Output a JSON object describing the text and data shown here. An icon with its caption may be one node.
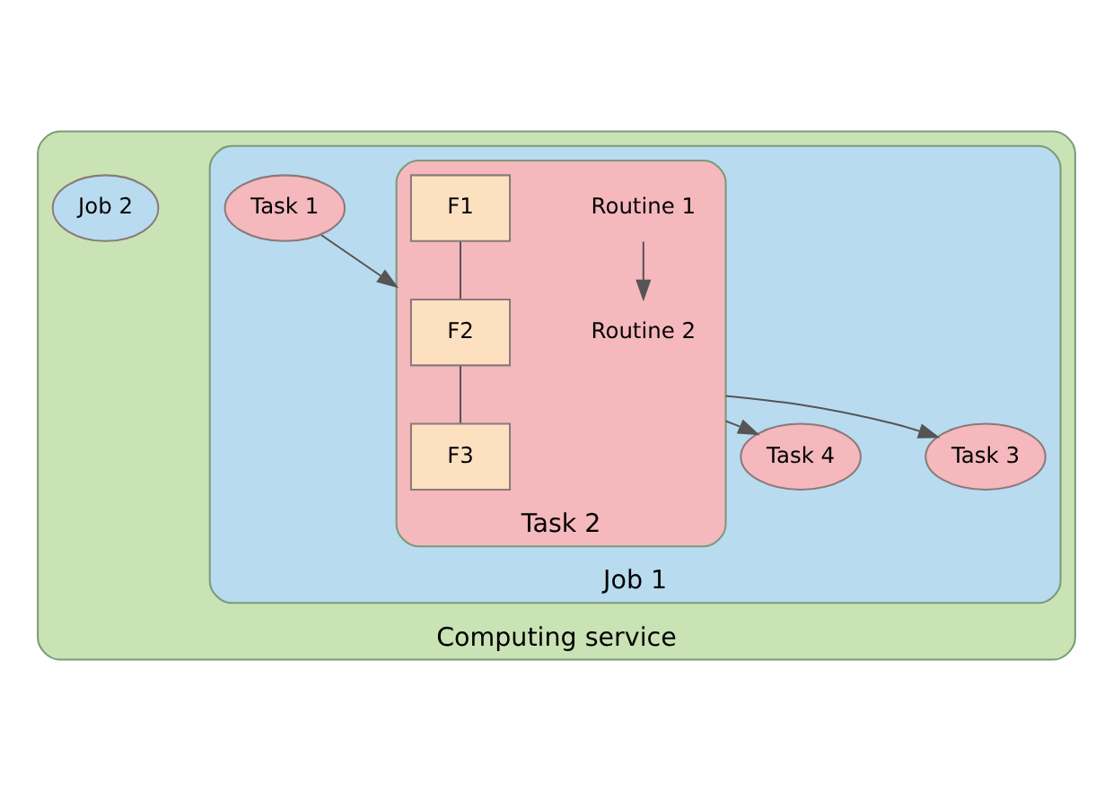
{
  "diagram": {
    "nodes": [
      {
        "text": [
          "Computing service"
        ]
      },
      {
        "text": [
          "Job 1"
        ],
        "in": 0
      },
      {
        "text": [
          "Task 1"
        ],
        "in": 1
      },
      {
        "text": [
          "Task 4"
        ],
        "in": 1
      },
      {
        "text": [
          "Task 2"
        ],
        "in": 1
      },
      {
        "text": [
          "Routine 1"
        ],
        "in": 4
      },
      {
        "text": [
          "Routine 2"
        ],
        "in": 4
      },
      {
        "text": [
          "F1"
        ],
        "in": 4
      },
      {
        "text": [
          "F2"
        ],
        "in": 4
      },
      {
        "text": [
          "F3"
        ],
        "in": 4
      },
      {
        "text": [
          "Task 3"
        ],
        "in": 1
      },
      {
        "text": [
          "Job 2"
        ],
        "in": 0
      }
    ],
    "edges": [
      {
        "from": 2,
        "to": 4,
        "arrow": "to"
      },
      {
        "from": 4,
        "to": 3,
        "arrow": "to"
      },
      {
        "from": 4,
        "to": 10,
        "arrow": "to"
      },
      {
        "from": 5,
        "to": 6,
        "arrow": "to"
      },
      {
        "from": 7,
        "to": 8,
        "arrow": "none"
      },
      {
        "from": 8,
        "to": 9,
        "arrow": "none"
      }
    ]
  }
}
